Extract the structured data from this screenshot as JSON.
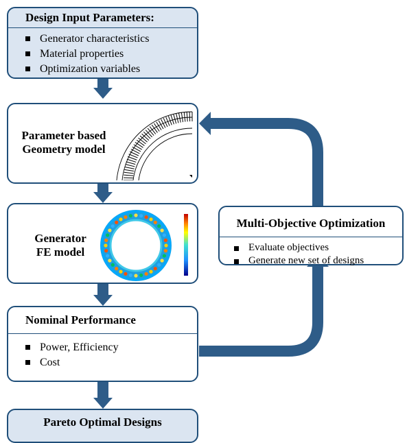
{
  "colors": {
    "border": "#1f4e79",
    "arrow": "#2e5c88",
    "shaded_fill": "#dbe5f1"
  },
  "boxes": {
    "design_input": {
      "title": "Design Input Parameters:",
      "items": [
        "Generator characteristics",
        "Material properties",
        "Optimization variables"
      ]
    },
    "geometry": {
      "line1": "Parameter based",
      "line2": "Geometry model"
    },
    "fe_model": {
      "line1": "Generator",
      "line2": "FE model"
    },
    "performance": {
      "title": "Nominal Performance",
      "items": [
        "Power, Efficiency",
        "Cost"
      ]
    },
    "optimization": {
      "title": "Multi-Objective Optimization",
      "items": [
        "Evaluate objectives",
        "Generate new set of designs"
      ]
    },
    "pareto": {
      "title": "Pareto Optimal Designs"
    }
  }
}
